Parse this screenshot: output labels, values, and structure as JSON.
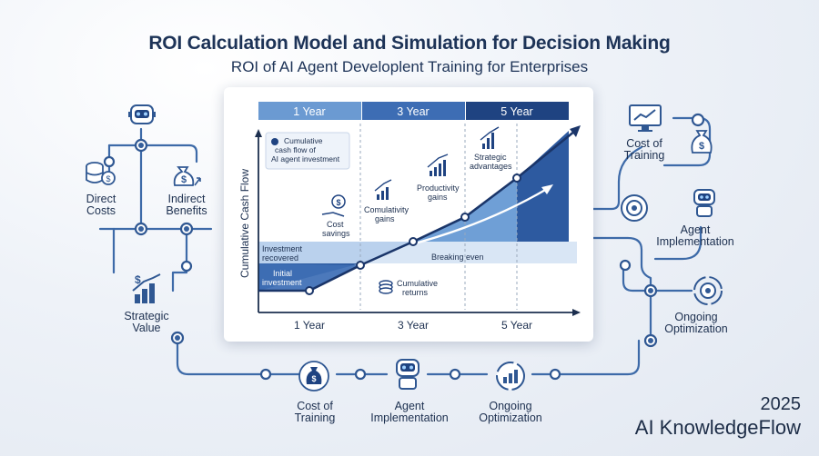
{
  "header": {
    "title": "ROI Calculation Model and Simulation for Decision Making",
    "subtitle": "ROI of AI Agent Developlent Training for Enterprises"
  },
  "left": {
    "direct_costs": "Direct\nCosts",
    "indirect_benefits": "Indirect\nBenefits",
    "strategic_value": "Strategic\nValue"
  },
  "right": {
    "cost_of_training": "Cost of\nTraining",
    "agent_implementation": "Agent\nImplementation",
    "ongoing_optimization": "Ongoing\nOptimization"
  },
  "bottom": {
    "cost_of_training": "Cost of\nTraining",
    "agent_implementation": "Agent\nImplementation",
    "ongoing_optimization": "Ongoing\nOptimization"
  },
  "chart": {
    "period_headers": [
      "1 Year",
      "3 Year",
      "5 Year"
    ],
    "x_ticks": [
      "1 Year",
      "3 Year",
      "5 Year"
    ],
    "y_label": "Cumulative Cash Flow",
    "legend": "Cumulative\ncash flow of\nAI agent investment",
    "annotations": {
      "investment_recovered": "Investment\nrecovered",
      "initial_investment": "Initial\ninvestment",
      "cost_savings": "Cost\nsavings",
      "cumulative_gains": "Comulativity\ngains",
      "productivity_gains": "Productivity\ngains",
      "strategic_advantages": "Strategic\nadvantages",
      "breaking_even": "Breaking even",
      "cumulative_returns": "Cumulative\nreturns"
    }
  },
  "brand": {
    "year": "2025",
    "name": "AI KnowledgeFlow"
  },
  "colors": {
    "dark_blue": "#1d3f77",
    "mid_blue": "#3a6db3",
    "light_blue": "#86abd9",
    "line": "#3d6aa8",
    "node": "#355f9c"
  }
}
